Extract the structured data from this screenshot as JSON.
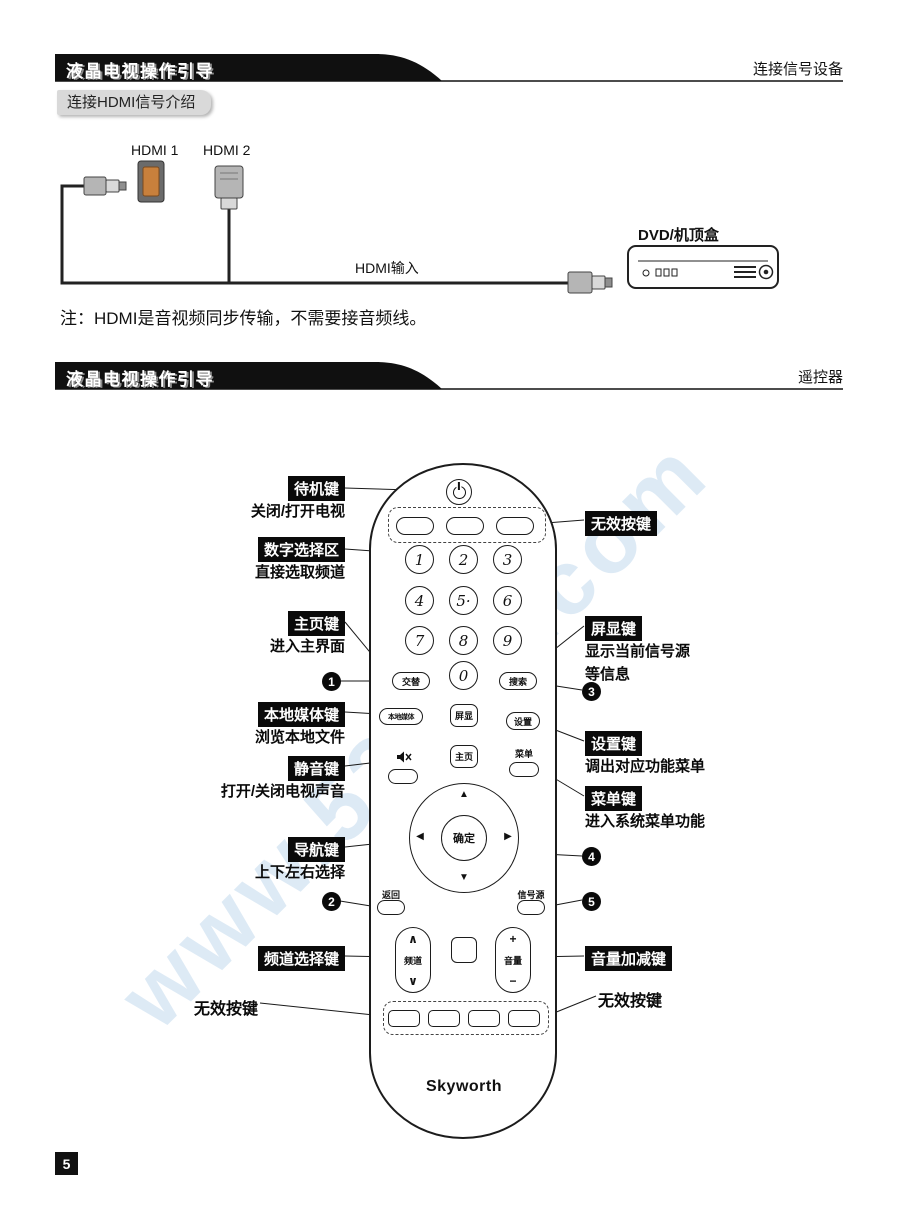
{
  "watermark": "www.52101.com",
  "page_number": "5",
  "header1": {
    "title": "液晶电视操作引导",
    "right": "连接信号设备"
  },
  "header2": {
    "title": "液晶电视操作引导",
    "right": "遥控器"
  },
  "hdmi": {
    "subheader": "连接HDMI信号介绍",
    "port1": "HDMI 1",
    "port2": "HDMI 2",
    "input_label": "HDMI输入",
    "device_label": "DVD/机顶盒",
    "note": "注：HDMI是音视频同步传输，不需要接音频线。"
  },
  "remote": {
    "brand": "Skyworth",
    "numbers": [
      "1",
      "2",
      "3",
      "4",
      "5·",
      "6",
      "7",
      "8",
      "9",
      "0"
    ],
    "keys": {
      "alternate": "交替",
      "search": "搜索",
      "local_media": "本地媒体",
      "osd": "屏显",
      "settings": "设置",
      "home": "主页",
      "menu": "菜单",
      "ok": "确定",
      "back": "返回",
      "source": "信号源",
      "channel": "频道",
      "channel_up": "∧",
      "channel_down": "∨",
      "volume": "音量",
      "volume_up": "+",
      "volume_down": "−",
      "nav_up": "▲",
      "nav_down": "▼",
      "nav_left": "◀",
      "nav_right": "▶"
    }
  },
  "annotations": {
    "standby": {
      "label": "待机键",
      "desc": "关闭/打开电视"
    },
    "numeric": {
      "label": "数字选择区",
      "desc": "直接选取频道"
    },
    "home": {
      "label": "主页键",
      "desc": "进入主界面"
    },
    "local_media": {
      "label": "本地媒体键",
      "desc": "浏览本地文件"
    },
    "mute": {
      "label": "静音键",
      "desc": "打开/关闭电视声音"
    },
    "nav": {
      "label": "导航键",
      "desc": "上下左右选择"
    },
    "channel_select": {
      "label": "频道选择键"
    },
    "invalid_bottom_left": {
      "label": "无效按键"
    },
    "invalid_top_right": {
      "label": "无效按键"
    },
    "osd": {
      "label": "屏显键",
      "desc1": "显示当前信号源",
      "desc2": "等信息"
    },
    "settings": {
      "label": "设置键",
      "desc": "调出对应功能菜单"
    },
    "menu": {
      "label": "菜单键",
      "desc": "进入系统菜单功能"
    },
    "volume_keys": {
      "label": "音量加减键"
    },
    "invalid_bottom_right": {
      "label": "无效按键"
    },
    "markers": {
      "m1": "1",
      "m2": "2",
      "m3": "3",
      "m4": "4",
      "m5": "5"
    }
  }
}
